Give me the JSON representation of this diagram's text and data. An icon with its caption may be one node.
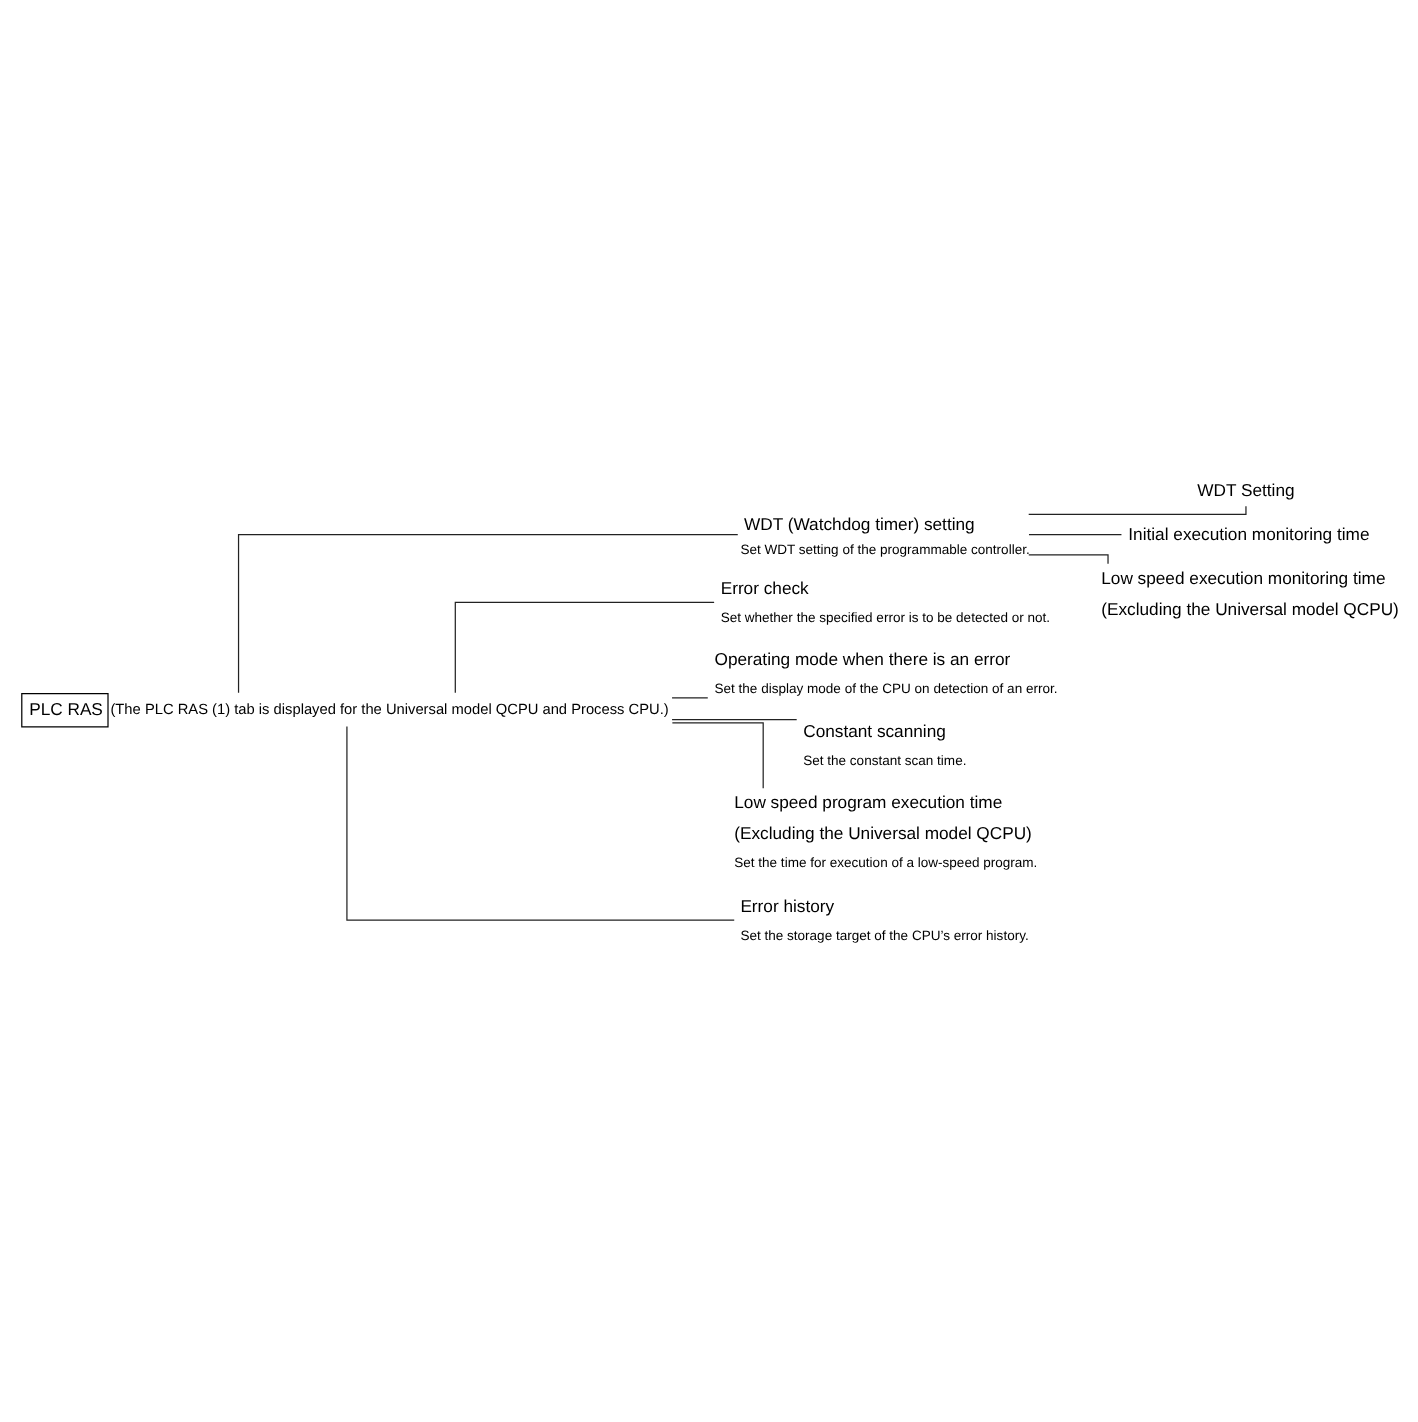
{
  "diagram": {
    "nodes": [
      {
        "text": [
          "PLC RAS"
        ],
        "beside": [
          "(The PLC RAS (1) tab is displayed for the Universal model QCPU and Process CPU.)"
        ]
      },
      {
        "text": [
          "WDT (Watchdog timer) setting"
        ],
        "beside": [
          "Set WDT setting of the programmable controller."
        ]
      },
      {
        "text": [
          "WDT Setting"
        ]
      },
      {
        "text": [
          "Initial execution monitoring time"
        ]
      },
      {
        "text": [
          "Low speed execution monitoring time",
          "(Excluding the Universal model QCPU)"
        ]
      },
      {
        "text": [
          "Error check",
          "Set whether the specified error is to be detected or not."
        ]
      },
      {
        "text": [
          "Operating mode when there is an error",
          "Set the display mode of the CPU on detection of an error."
        ]
      },
      {
        "text": [
          "Constant scanning",
          "Set the constant scan time."
        ]
      },
      {
        "text": [
          "Low speed program execution time",
          "(Excluding the Universal model QCPU)",
          "Set the time for execution of a low-speed program."
        ]
      },
      {
        "text": [
          "Error history",
          "Set the storage target of the CPU’s error history."
        ]
      }
    ],
    "edges": [
      {
        "from": 0,
        "to": 1,
        "arrow": "none"
      },
      {
        "from": 1,
        "to": 2,
        "arrow": "none"
      },
      {
        "from": 1,
        "to": 3,
        "arrow": "none"
      },
      {
        "from": 1,
        "to": 4,
        "arrow": "none"
      },
      {
        "from": 0,
        "to": 5,
        "arrow": "none"
      },
      {
        "from": 0,
        "to": 6,
        "arrow": "none"
      },
      {
        "from": 0,
        "to": 7,
        "arrow": "none"
      },
      {
        "from": 0,
        "to": 8,
        "arrow": "none"
      },
      {
        "from": 0,
        "to": 9,
        "arrow": "none"
      }
    ]
  }
}
